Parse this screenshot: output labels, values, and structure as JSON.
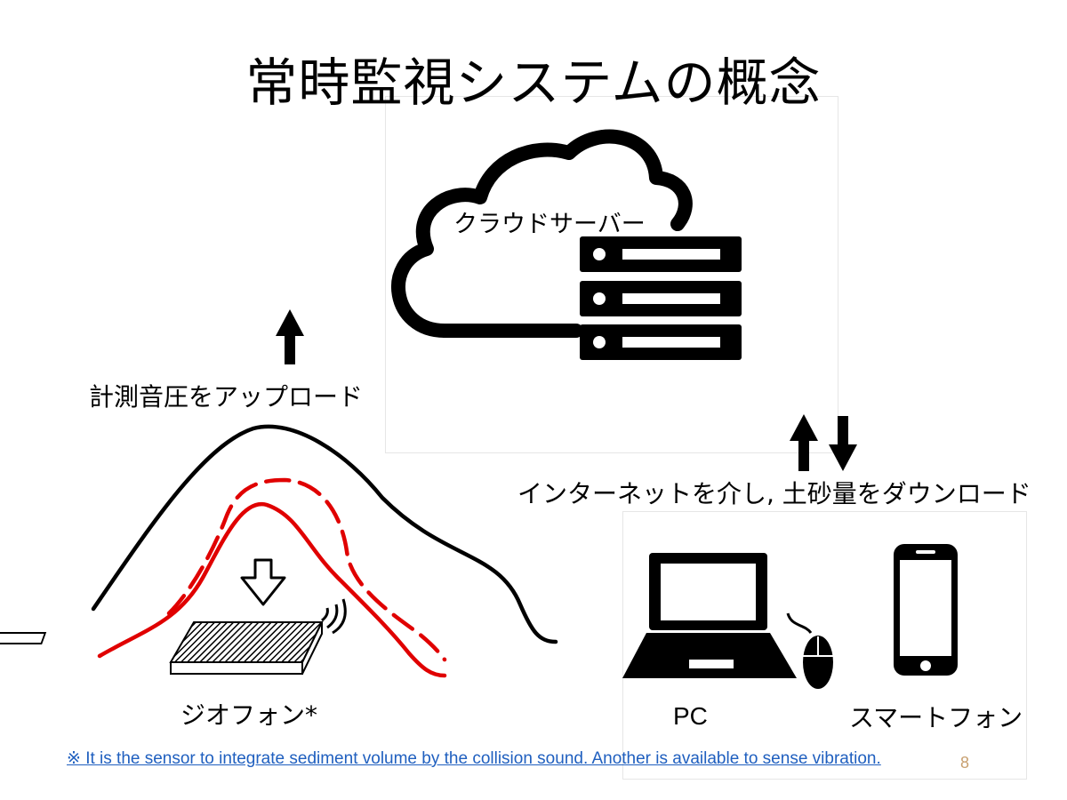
{
  "title": "常時監視システムの概念",
  "cloud": {
    "label": "クラウドサーバー",
    "icon": "cloud-server-icon"
  },
  "upload_label": "計測音圧をアップロード",
  "download_label": "インターネットを介し, 土砂量をダウンロード",
  "sensor_label": "ジオフォン*",
  "pc_label": "PC",
  "smartphone_label": "スマートフォン",
  "footnote": "※   It is the sensor to integrate sediment volume by the collision sound. Another is available to sense vibration.",
  "page_number": "8",
  "colors": {
    "mountain": "#000000",
    "debris": "#e00000",
    "footnote": "#1f5fbf"
  }
}
